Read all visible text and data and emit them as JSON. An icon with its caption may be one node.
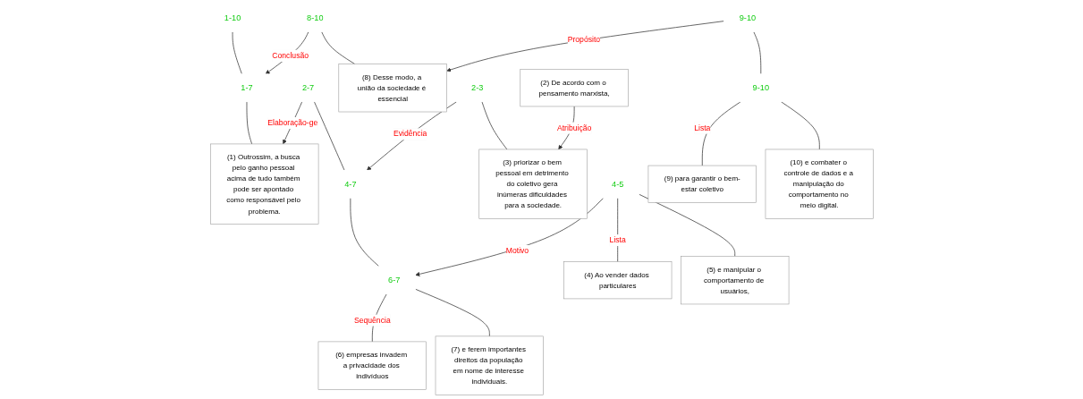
{
  "diagram": {
    "nodes": [
      {
        "text": [
          "1-10"
        ]
      },
      {
        "text": [
          "1-7"
        ]
      },
      {
        "text": [
          "8-10"
        ]
      },
      {
        "text": [
          "(1) Outrossim, a busca pelo ganho pessoal acima de tudo também pode ser apontado como responsável pelo problema."
        ]
      },
      {
        "text": [
          "2-7"
        ]
      },
      {
        "text": [
          "(8) Desse modo, a união da sociedade é essencial"
        ]
      },
      {
        "text": [
          "9-10"
        ]
      },
      {
        "text": [
          "2-3"
        ]
      },
      {
        "text": [
          "4-7"
        ]
      },
      {
        "text": [
          "9-10"
        ]
      },
      {
        "text": [
          "(2) De acordo com o pensamento marxista,"
        ]
      },
      {
        "text": [
          "(3) priorizar o bem pessoal em detrimento do coletivo gera inúmeras dificuldades para a sociedade."
        ]
      },
      {
        "text": [
          "4-5"
        ]
      },
      {
        "text": [
          "6-7"
        ]
      },
      {
        "text": [
          "(9) para garantir o bem-estar coletivo"
        ]
      },
      {
        "text": [
          "(10) e combater o controle de dados e a manipulação do comportamento no meio digital."
        ]
      },
      {
        "text": [
          "(4) Ao vender dados particulares"
        ]
      },
      {
        "text": [
          "(5) e manipular o comportamento de usuários,"
        ]
      },
      {
        "text": [
          "(6) empresas invadem a privacidade dos indivíduos"
        ]
      },
      {
        "text": [
          "(7) e ferem importantes direitos da população em nome de interesse individuais."
        ]
      }
    ],
    "edges": [
      {
        "from": 0,
        "to": 1,
        "arrow": "none"
      },
      {
        "from": 2,
        "to": 1,
        "arrow": "to",
        "label": "Conclusão"
      },
      {
        "from": 1,
        "to": 3,
        "arrow": "none"
      },
      {
        "from": 4,
        "to": 3,
        "arrow": "to",
        "label": "Elaboração-ge"
      },
      {
        "from": 2,
        "to": 5,
        "arrow": "none"
      },
      {
        "from": 6,
        "to": 5,
        "arrow": "to",
        "label": "Propósito"
      },
      {
        "from": 4,
        "to": 8,
        "arrow": "none"
      },
      {
        "from": 7,
        "to": 8,
        "arrow": "to",
        "label": "Evidência"
      },
      {
        "from": 6,
        "to": 9,
        "arrow": "none"
      },
      {
        "from": 7,
        "to": 11,
        "arrow": "none"
      },
      {
        "from": 10,
        "to": 11,
        "arrow": "to",
        "label": "Atribuição"
      },
      {
        "from": 8,
        "to": 13,
        "arrow": "none"
      },
      {
        "from": 12,
        "to": 13,
        "arrow": "to",
        "label": "Motivo"
      },
      {
        "from": 9,
        "to": 14,
        "arrow": "none",
        "label": "Lista"
      },
      {
        "from": 9,
        "to": 15,
        "arrow": "none"
      },
      {
        "from": 12,
        "to": 16,
        "arrow": "none",
        "label": "Lista"
      },
      {
        "from": 12,
        "to": 17,
        "arrow": "none"
      },
      {
        "from": 13,
        "to": 18,
        "arrow": "none",
        "label": "Sequência"
      },
      {
        "from": 13,
        "to": 19,
        "arrow": "none"
      }
    ]
  }
}
